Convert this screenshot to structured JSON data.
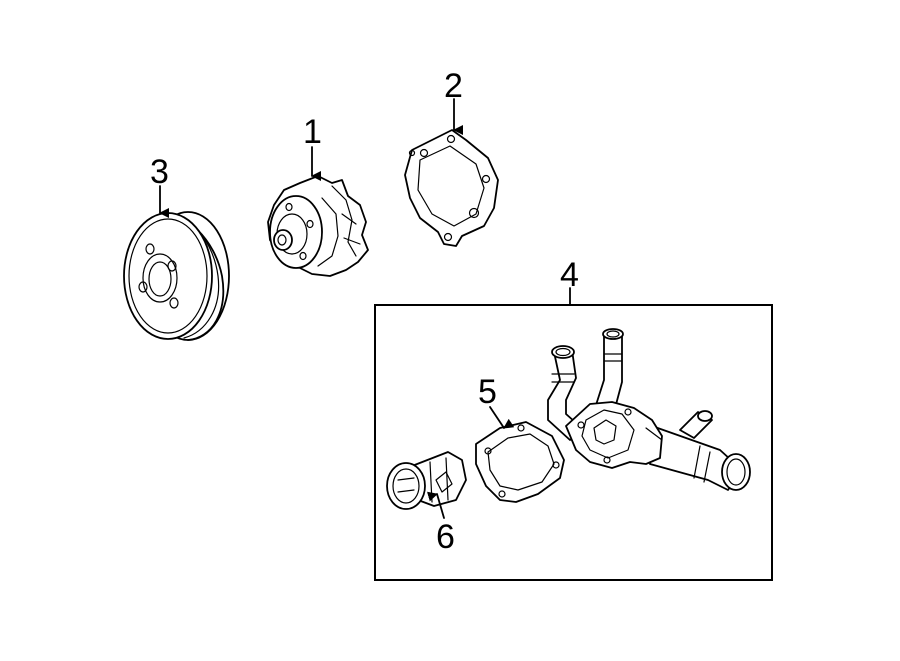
{
  "callouts": {
    "water_pump": "1",
    "pump_gasket": "2",
    "pump_pulley": "3",
    "thermostat_housing_assembly": "4",
    "housing_gasket": "5",
    "thermostat": "6"
  },
  "colors": {
    "ink": "#000000",
    "background": "#ffffff"
  }
}
